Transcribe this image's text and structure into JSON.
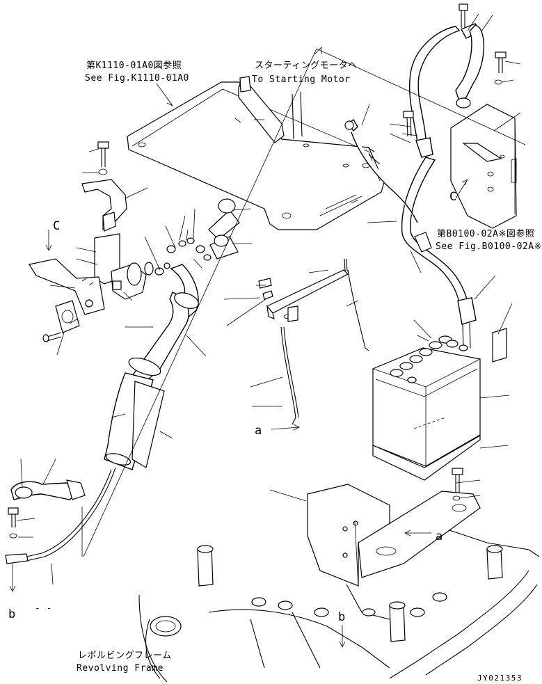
{
  "references": {
    "k1110_jp": "第K1110-01A0図参照",
    "k1110_en": "See Fig.K1110-01A0",
    "starter_jp": "スターティングモータへ",
    "starter_en": "To Starting Motor",
    "b0100_jp": "第B0100-02A※図参照",
    "b0100_en": "See Fig.B0100-02A※",
    "frame_jp": "レボルビングフレーム",
    "frame_en": "Revolving Frame"
  },
  "view_labels": {
    "c_left": "C",
    "c_right": "C",
    "a_left": "a",
    "a_right": "a",
    "b_left": "b",
    "b_dash": "- -",
    "b_bottom": "b"
  },
  "drawing_code": "JY021353"
}
